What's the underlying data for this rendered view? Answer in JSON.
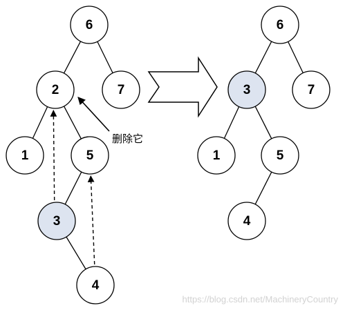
{
  "colors": {
    "node_fill": "#ffffff",
    "highlight_fill": "#dde4f0",
    "stroke": "#000000",
    "watermark": "#d2d2d2"
  },
  "before_tree": {
    "nodes": [
      {
        "id": "b6",
        "label": "6",
        "highlight": false
      },
      {
        "id": "b2",
        "label": "2",
        "highlight": false
      },
      {
        "id": "b7",
        "label": "7",
        "highlight": false
      },
      {
        "id": "b1",
        "label": "1",
        "highlight": false
      },
      {
        "id": "b5",
        "label": "5",
        "highlight": false
      },
      {
        "id": "b3",
        "label": "3",
        "highlight": true
      },
      {
        "id": "b4",
        "label": "4",
        "highlight": false
      }
    ],
    "edges": [
      [
        "b6",
        "b2"
      ],
      [
        "b6",
        "b7"
      ],
      [
        "b2",
        "b1"
      ],
      [
        "b2",
        "b5"
      ],
      [
        "b5",
        "b3"
      ],
      [
        "b3",
        "b4"
      ]
    ],
    "dashed_arrows": [
      [
        "b3",
        "b2"
      ],
      [
        "b4",
        "b5"
      ]
    ],
    "annotation": {
      "text": "删除它",
      "points_to": "b2"
    }
  },
  "after_tree": {
    "nodes": [
      {
        "id": "a6",
        "label": "6",
        "highlight": false
      },
      {
        "id": "a3",
        "label": "3",
        "highlight": true
      },
      {
        "id": "a7",
        "label": "7",
        "highlight": false
      },
      {
        "id": "a1",
        "label": "1",
        "highlight": false
      },
      {
        "id": "a5",
        "label": "5",
        "highlight": false
      },
      {
        "id": "a4",
        "label": "4",
        "highlight": false
      }
    ],
    "edges": [
      [
        "a6",
        "a3"
      ],
      [
        "a6",
        "a7"
      ],
      [
        "a3",
        "a1"
      ],
      [
        "a3",
        "a5"
      ],
      [
        "a5",
        "a4"
      ]
    ]
  },
  "watermark": "https://blog.csdn.net/MachineryCountry"
}
